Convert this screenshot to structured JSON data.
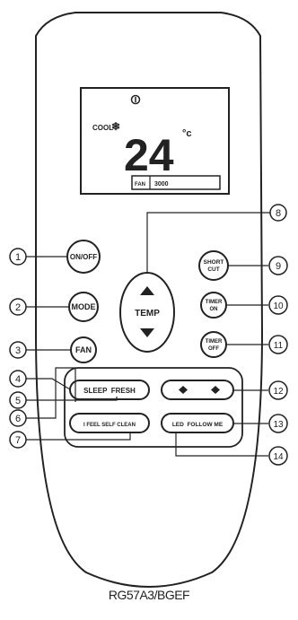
{
  "display": {
    "mode": "COOL",
    "temperature": "24",
    "unit": "°c",
    "bottom_left": "FAN",
    "bottom_right": "3000"
  },
  "buttons": {
    "on_off": "ON/OFF",
    "mode": "MODE",
    "fan": "FAN",
    "temp": "TEMP",
    "short_cut_line1": "SHORT",
    "short_cut_line2": "CUT",
    "timer_on_line1": "TIMER",
    "timer_on_line2": "ON",
    "timer_off_line1": "TIMER",
    "timer_off_line2": "OFF",
    "sleep_fresh": "SLEEP  FRESH",
    "ifeel_clean": "I FEEL SELF CLEAN",
    "led_follow": "LED  FOLLOW ME"
  },
  "callouts": [
    "1",
    "2",
    "3",
    "4",
    "5",
    "6",
    "7",
    "8",
    "9",
    "10",
    "11",
    "12",
    "13",
    "14"
  ],
  "model": "RG57A3/BGEF"
}
